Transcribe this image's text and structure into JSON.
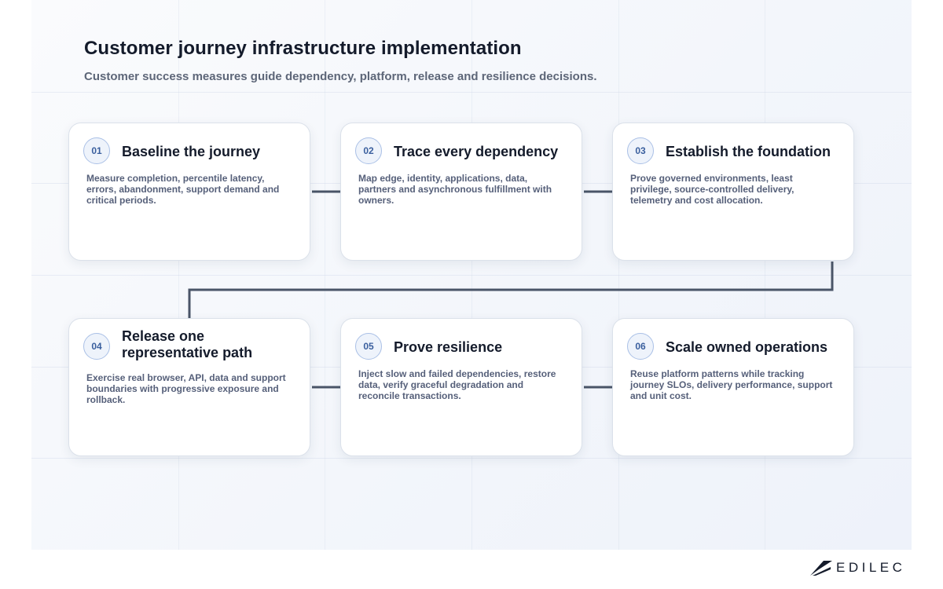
{
  "header": {
    "title": "Customer journey infrastructure implementation",
    "subtitle": "Customer success measures guide dependency, platform, release and resilience decisions."
  },
  "steps": [
    {
      "number": "01",
      "title": "Baseline the journey",
      "description": "Measure completion, percentile latency, errors, abandonment, support demand and critical periods."
    },
    {
      "number": "02",
      "title": "Trace every dependency",
      "description": "Map edge, identity, applications, data, partners and asynchronous fulfillment with owners."
    },
    {
      "number": "03",
      "title": "Establish the foundation",
      "description": "Prove governed environments, least privilege, source-controlled delivery, telemetry and cost allocation."
    },
    {
      "number": "04",
      "title": "Release one representative path",
      "description": "Exercise real browser, API, data and support boundaries with progressive exposure and rollback."
    },
    {
      "number": "05",
      "title": "Prove resilience",
      "description": "Inject slow and failed dependencies, restore data, verify graceful degradation and reconcile transactions."
    },
    {
      "number": "06",
      "title": "Scale owned operations",
      "description": "Reuse platform patterns while tracking journey SLOs, delivery performance, support and unit cost."
    }
  ],
  "brand": {
    "logo_text": "EDILEC",
    "logo_icon": "swoosh-logo-icon"
  },
  "colors": {
    "connector": "#4a5568",
    "badge_text": "#3a5f9e",
    "badge_border": "#aac0e6",
    "title_text": "#141b2b",
    "body_text": "#56607a"
  }
}
